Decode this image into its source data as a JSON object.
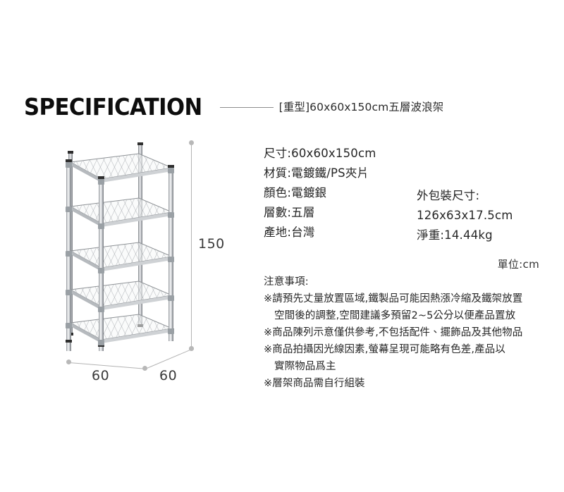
{
  "header": {
    "title": "SPECIFICATION",
    "rule": "horizontal-rule",
    "subtitle": "[重型]60x60x150cm五層波浪架"
  },
  "product": {
    "image_alt": "電鍍銀五層波浪架",
    "shelf_count": 5,
    "dimensions": {
      "height_label": "150",
      "width_label": "60",
      "depth_label": "60"
    }
  },
  "spec": {
    "items": [
      {
        "label": "尺寸",
        "value": "60x60x150cm",
        "text": "尺寸:60x60x150cm"
      },
      {
        "label": "材質",
        "value": "電鍍鐵/PS夾片",
        "text": "材質:電鍍鐵/PS夾片"
      },
      {
        "label": "顏色",
        "value": "電鍍銀",
        "text": "顏色:電鍍銀"
      },
      {
        "label": "層數",
        "value": "五層",
        "text": "層數:五層"
      },
      {
        "label": "產地",
        "value": "台灣",
        "text": "產地:台灣"
      }
    ],
    "packaging": [
      {
        "text": "外包裝尺寸:"
      },
      {
        "text": "126x63x17.5cm"
      },
      {
        "text": "淨重:14.44kg"
      }
    ],
    "unit_note": "單位:cm"
  },
  "notes": {
    "title": "注意事項:",
    "lines": [
      {
        "text": "※請預先丈量放置區域,鐵製品可能因熱漲冷縮及鐵架放置",
        "indent": false
      },
      {
        "text": "空間後的調整,空間建議多預留2~5公分以便產品置放",
        "indent": true
      },
      {
        "text": "※商品陳列示意僅供參考,不包括配件、擺飾品及其他物品",
        "indent": false
      },
      {
        "text": "※商品拍攝因光線因素,螢幕呈現可能略有色差,產品以",
        "indent": false
      },
      {
        "text": "實際物品爲主",
        "indent": true
      },
      {
        "text": "※層架商品需自行組裝",
        "indent": false
      }
    ]
  },
  "colors": {
    "background": "#ffffff",
    "title": "#0d0d0d",
    "body_text": "#262626",
    "rule": "#8e8e8e",
    "dimension": "#b3b3b3",
    "chrome_light": "#f2f3f4",
    "chrome_dark": "#6f7378"
  }
}
